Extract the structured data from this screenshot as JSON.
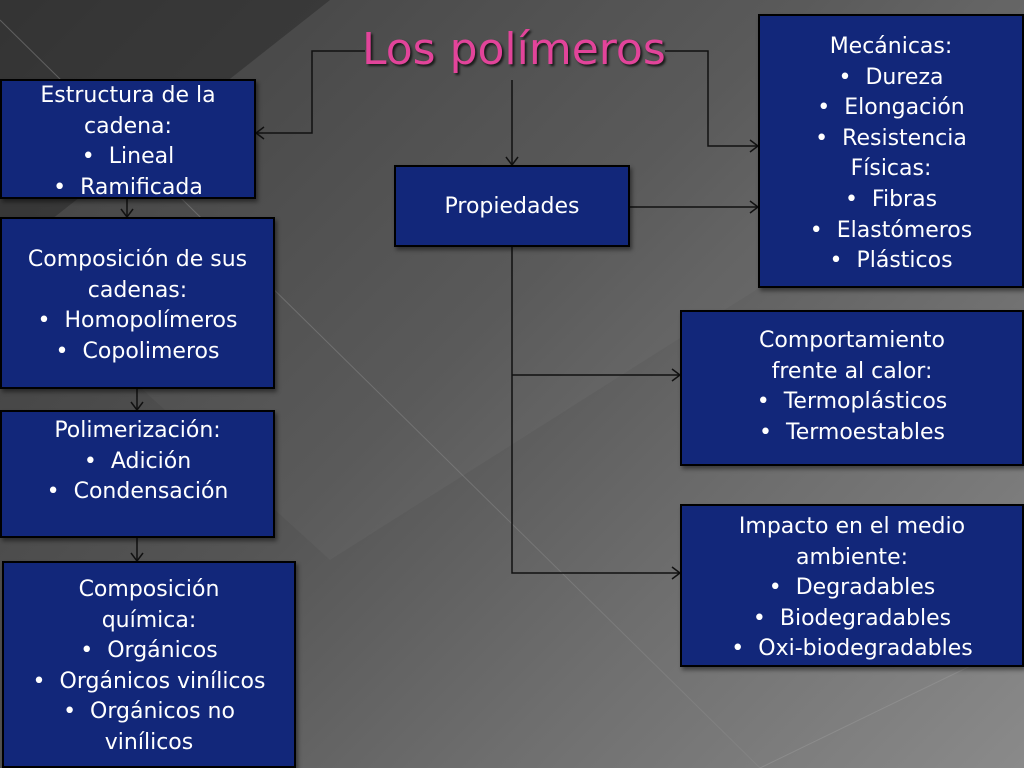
{
  "title": "Los polímeros",
  "boxes": {
    "estructura": {
      "heading": "Estructura de la cadena:",
      "items": [
        "Lineal",
        "Ramificada"
      ]
    },
    "composicion_cadenas": {
      "heading": "Composición de sus cadenas:",
      "items": [
        "Homopolímeros",
        "Copolimeros"
      ]
    },
    "polimerizacion": {
      "heading": "Polimerización:",
      "items": [
        "Adición",
        "Condensación"
      ]
    },
    "composicion_quimica": {
      "heading": "Composición química:",
      "items": [
        "Orgánicos",
        "Orgánicos vinílicos",
        "Orgánicos no vinílicos"
      ]
    },
    "propiedades": {
      "label": "Propiedades"
    },
    "mecanicas": {
      "heading": "Mecánicas:",
      "items": [
        "Dureza",
        "Elongación",
        "Resistencia"
      ],
      "sub_heading": "Físicas:",
      "sub_items": [
        "Fibras",
        "Elastómeros",
        "Plásticos"
      ]
    },
    "calor": {
      "heading": "Comportamiento frente al calor:",
      "items": [
        "Termoplásticos",
        "Termoestables"
      ]
    },
    "impacto": {
      "heading": "Impacto en el medio ambiente:",
      "items": [
        "Degradables",
        "Biodegradables",
        "Oxi-biodegradables"
      ]
    }
  },
  "colors": {
    "box_fill": "#12277a",
    "title": "#e2449a",
    "background": "#555555"
  }
}
